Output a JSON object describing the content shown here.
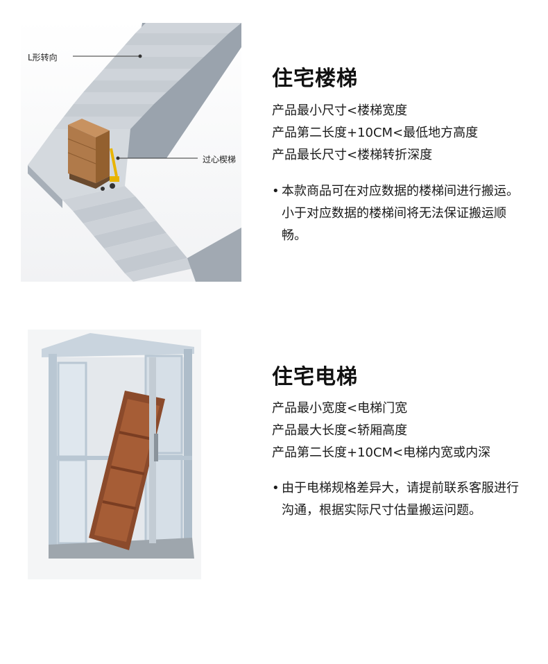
{
  "stairs": {
    "callout_turn": "L形转向",
    "callout_well": "过心楔梯",
    "title": "住宅楼梯",
    "specs": [
      "产品最小尺寸<楼梯宽度",
      "产品第二长度+10CM<最低地方高度",
      "产品最长尺寸<楼梯转折深度"
    ],
    "note": "本款商品可在对应数据的楼梯间进行搬运。小于对应数据的楼梯间将无法保证搬运顺畅。"
  },
  "elevator": {
    "title": "住宅电梯",
    "specs": [
      "产品最小宽度<电梯门宽",
      "产品最大长度<轿厢高度",
      "产品第二长度+10CM<电梯内宽或内深"
    ],
    "note": "由于电梯规格差异大，请提前联系客服进行沟通，根据实际尺寸估量搬运问题。"
  },
  "bullet": "•",
  "colors": {
    "stair_face": "#c9ced4",
    "stair_riser": "#aab1b9",
    "stair_shadow": "#8f98a2",
    "box": "#b07a4a",
    "jack": "#e8b400",
    "elevator_frame": "#b9c7d3",
    "shelf": "#8b4a2b"
  }
}
